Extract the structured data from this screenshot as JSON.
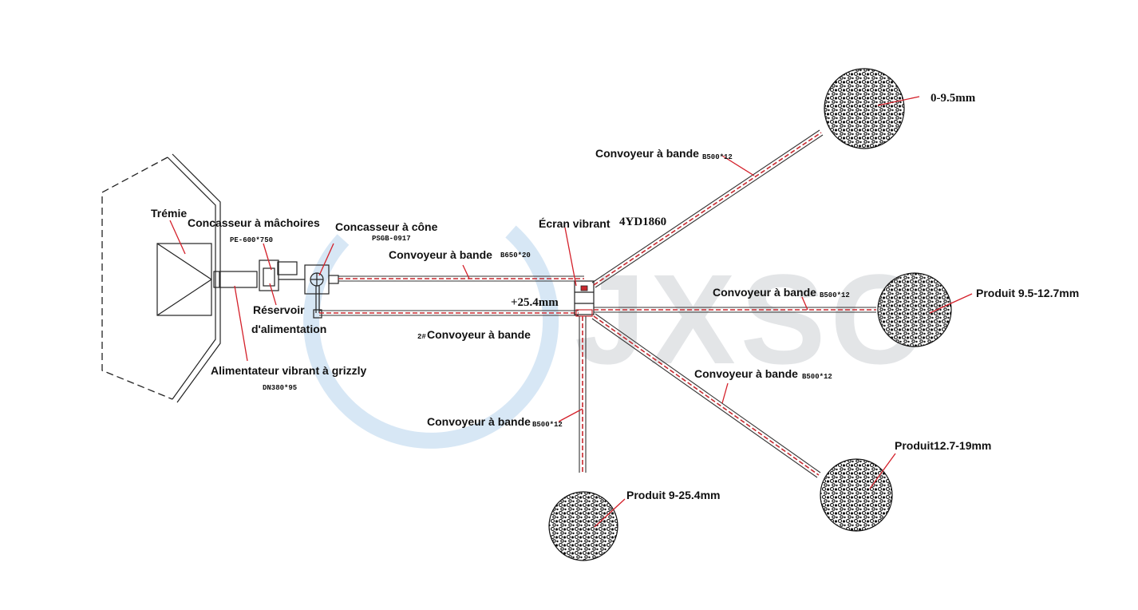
{
  "watermark": {
    "text": "JXSC",
    "color": "#9aa0aa",
    "ring_color": "#6fa8dc"
  },
  "colors": {
    "leader": "#d4202a",
    "line": "#222222"
  },
  "labels": {
    "hopper": "Trémie",
    "jaw_crusher": "Concasseur à mâchoires",
    "jaw_crusher_model": "PE-600*750",
    "cone_crusher": "Concasseur à cône",
    "cone_crusher_model": "PSGB-0917",
    "conveyor_main": "Convoyeur à bande",
    "conveyor_main_model": "B650*20",
    "screen": "Écran vibrant",
    "screen_model": "4YD1860",
    "size_return": "+25.4mm",
    "feed_bin_line1": "Réservoir",
    "feed_bin_line2": "d'alimentation",
    "return_conveyor_prefix": "2#",
    "return_conveyor": "Convoyeur à bande",
    "grizzly_feeder": "Alimentateur vibrant à grizzly",
    "grizzly_feeder_model": "DN380*95",
    "conveyor_top": "Convoyeur à bande",
    "conveyor_top_model": "B500*12",
    "conveyor_mid": "Convoyeur à bande",
    "conveyor_mid_model": "B500*12",
    "conveyor_lower": "Convoyeur à bande",
    "conveyor_lower_model": "B500*12",
    "conveyor_down": "Convoyeur à bande",
    "conveyor_down_model": "B500*12",
    "product_top": "0-9.5mm",
    "product_mid": "Produit 9.5-12.7mm",
    "product_lower": "Produit12.7-19mm",
    "product_down": "Produit 9-25.4mm"
  }
}
